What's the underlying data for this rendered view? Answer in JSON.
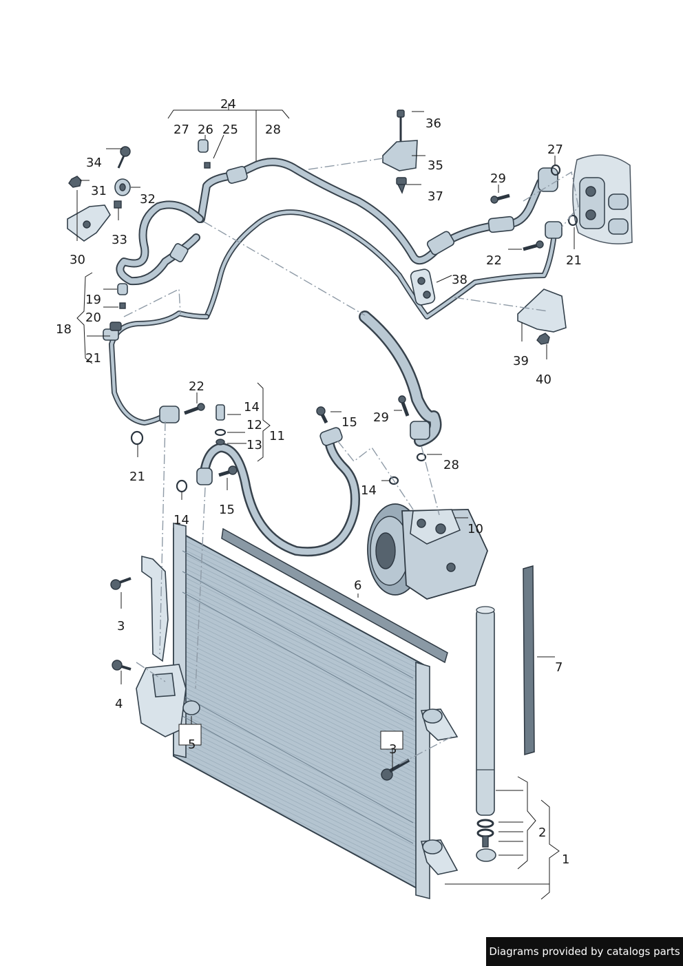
{
  "labels": {
    "l1": "1",
    "l2": "2",
    "l3a": "3",
    "l3b": "3",
    "l4": "4",
    "l5": "5",
    "l6": "6",
    "l7": "7",
    "l10": "10",
    "l11": "11",
    "l12": "12",
    "l13": "13",
    "l14a": "14",
    "l14b": "14",
    "l14c": "14",
    "l15a": "15",
    "l15b": "15",
    "l18": "18",
    "l19": "19",
    "l20": "20",
    "l21a": "21",
    "l21b": "21",
    "l21c": "21",
    "l22a": "22",
    "l22b": "22",
    "l24": "24",
    "l25": "25",
    "l26": "26",
    "l27a": "27",
    "l27b": "27",
    "l28a": "28",
    "l28b": "28",
    "l29a": "29",
    "l29b": "29",
    "l30": "30",
    "l31": "31",
    "l32": "32",
    "l33": "33",
    "l34": "34",
    "l35": "35",
    "l36": "36",
    "l37": "37",
    "l38": "38",
    "l39": "39",
    "l40": "40"
  },
  "credit": "Diagrams provided by catalogs parts",
  "colors": {
    "pipe_outline": "#37424c",
    "pipe_fill": "#b9c8d3",
    "part_fill": "#c2d0da",
    "credit_bg": "#0f0f0f"
  }
}
